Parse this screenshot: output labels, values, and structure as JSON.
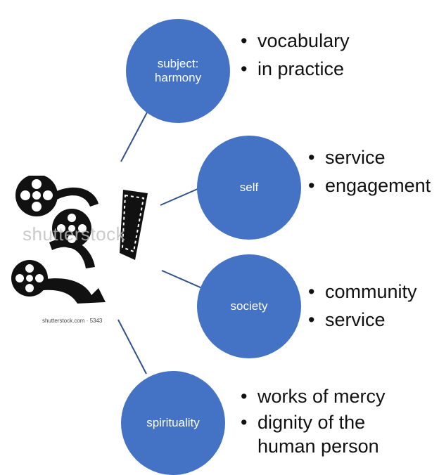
{
  "colors": {
    "node_fill": "#4472C4",
    "connector": "#2F528F",
    "text": "#111111"
  },
  "image": {
    "watermark_text": "shutterstock",
    "credit_text": "shutterstock.com · 5343"
  },
  "nodes": [
    {
      "label": "subject: harmony",
      "bullets": [
        "vocabulary",
        "in practice"
      ]
    },
    {
      "label": "self",
      "bullets": [
        "service",
        "engagement"
      ]
    },
    {
      "label": "society",
      "bullets": [
        "community",
        "service"
      ]
    },
    {
      "label": "spirituality",
      "bullets": [
        "works of mercy",
        "dignity of the human person"
      ]
    }
  ]
}
